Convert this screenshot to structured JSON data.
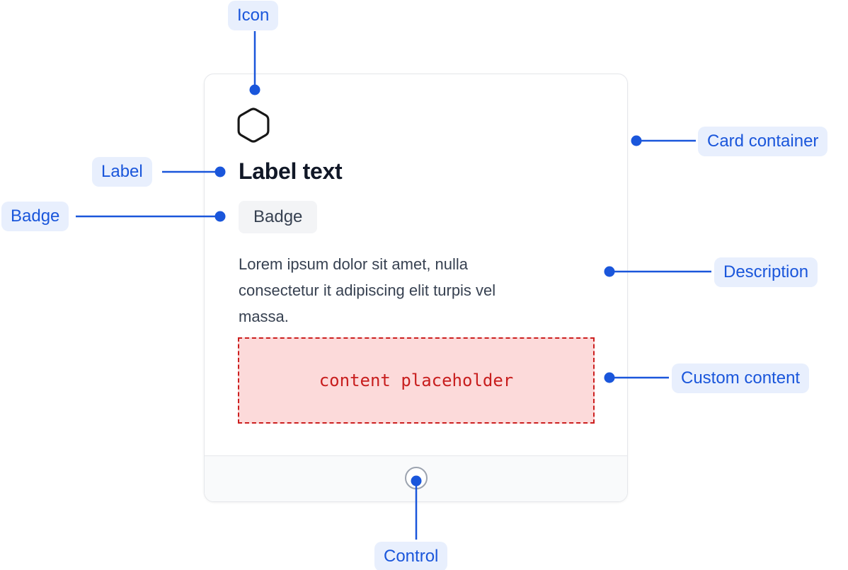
{
  "annotations": {
    "icon": "Icon",
    "label": "Label",
    "badge": "Badge",
    "card_container": "Card container",
    "description": "Description",
    "custom_content": "Custom content",
    "control": "Control"
  },
  "card": {
    "icon_name": "hexagon-icon",
    "title": "Label text",
    "badge": "Badge",
    "description_lines": [
      "Lorem ipsum dolor sit amet, nulla",
      "consectetur it adipiscing elit turpis vel",
      "massa."
    ],
    "placeholder": "content placeholder"
  },
  "colors": {
    "annotation_blue": "#1a56db",
    "annotation_pill_bg": "#e8effd",
    "card_border": "#e5e7eb",
    "footer_bg": "#f9fafb",
    "heading_text": "#111827",
    "description_text": "#374151",
    "badge_bg": "#f3f4f6",
    "badge_text": "#374151",
    "placeholder_bg": "#fcdada",
    "placeholder_border": "#cc1f1f",
    "placeholder_text": "#c81e1e",
    "control_ring": "#9ca3af"
  }
}
